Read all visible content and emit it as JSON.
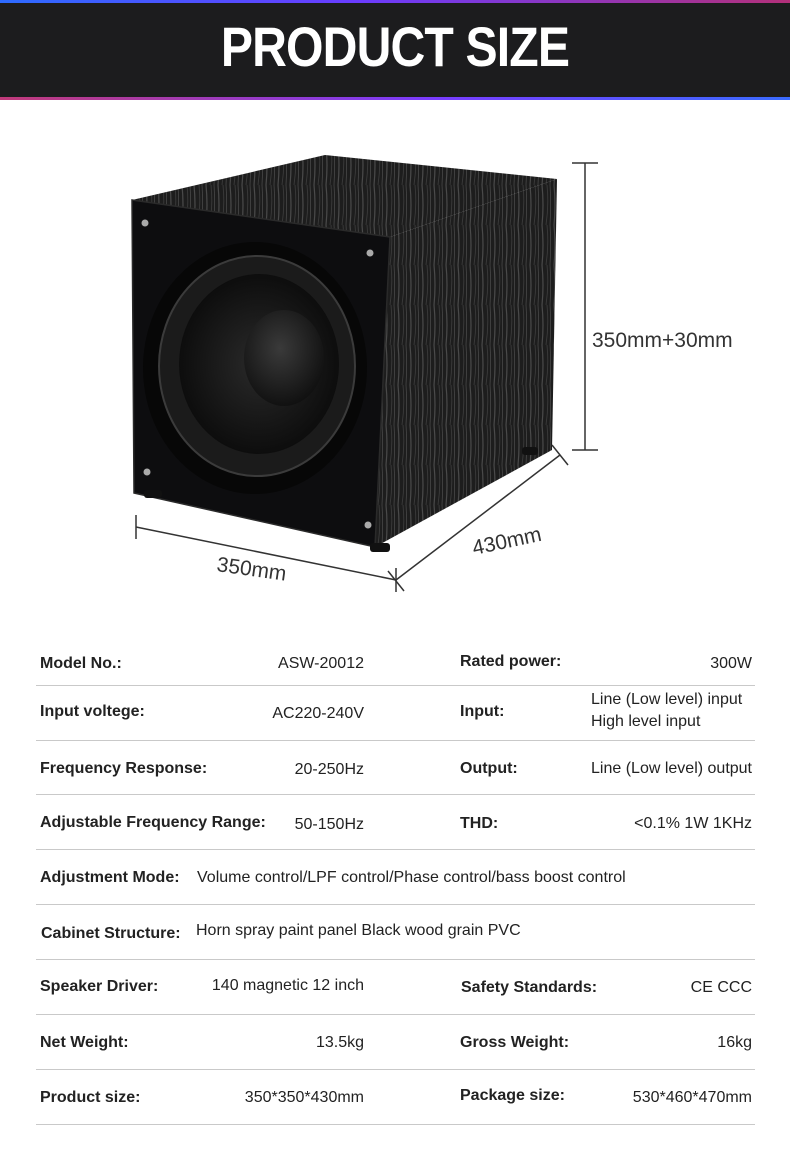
{
  "header": {
    "title": "PRODUCT SIZE"
  },
  "dimensions": {
    "height": "350mm+30mm",
    "width": "350mm",
    "depth": "430mm"
  },
  "specs": {
    "model_no": {
      "label": "Model No.:",
      "value": "ASW-20012"
    },
    "rated_power": {
      "label": "Rated power:",
      "value": "300W"
    },
    "input_voltage": {
      "label": "Input voltege:",
      "value": "AC220-240V"
    },
    "input": {
      "label": "Input:",
      "value_line1": "Line (Low level) input",
      "value_line2": "High level input"
    },
    "frequency_response": {
      "label": "Frequency Response:",
      "value": "20-250Hz"
    },
    "output": {
      "label": "Output:",
      "value": "Line (Low level) output"
    },
    "adjustable_frequency_range": {
      "label": "Adjustable Frequency Range:",
      "value": "50-150Hz"
    },
    "thd": {
      "label": "THD:",
      "value": "<0.1% 1W 1KHz"
    },
    "adjustment_mode": {
      "label": "Adjustment Mode:",
      "value": "Volume control/LPF control/Phase control/bass boost control"
    },
    "cabinet_structure": {
      "label": "Cabinet Structure:",
      "value": "Horn spray paint panel Black wood grain PVC"
    },
    "speaker_driver": {
      "label": "Speaker Driver:",
      "value": "140 magnetic 12 inch"
    },
    "safety_standards": {
      "label": "Safety Standards:",
      "value": "CE CCC"
    },
    "net_weight": {
      "label": "Net Weight:",
      "value": "13.5kg"
    },
    "gross_weight": {
      "label": "Gross Weight:",
      "value": "16kg"
    },
    "product_size": {
      "label": "Product size:",
      "value": "350*350*430mm"
    },
    "package_size": {
      "label": "Package size:",
      "value": "530*460*470mm"
    }
  },
  "colors": {
    "header_bg": "#1c1c1e",
    "divider": "#c9c9c9"
  }
}
